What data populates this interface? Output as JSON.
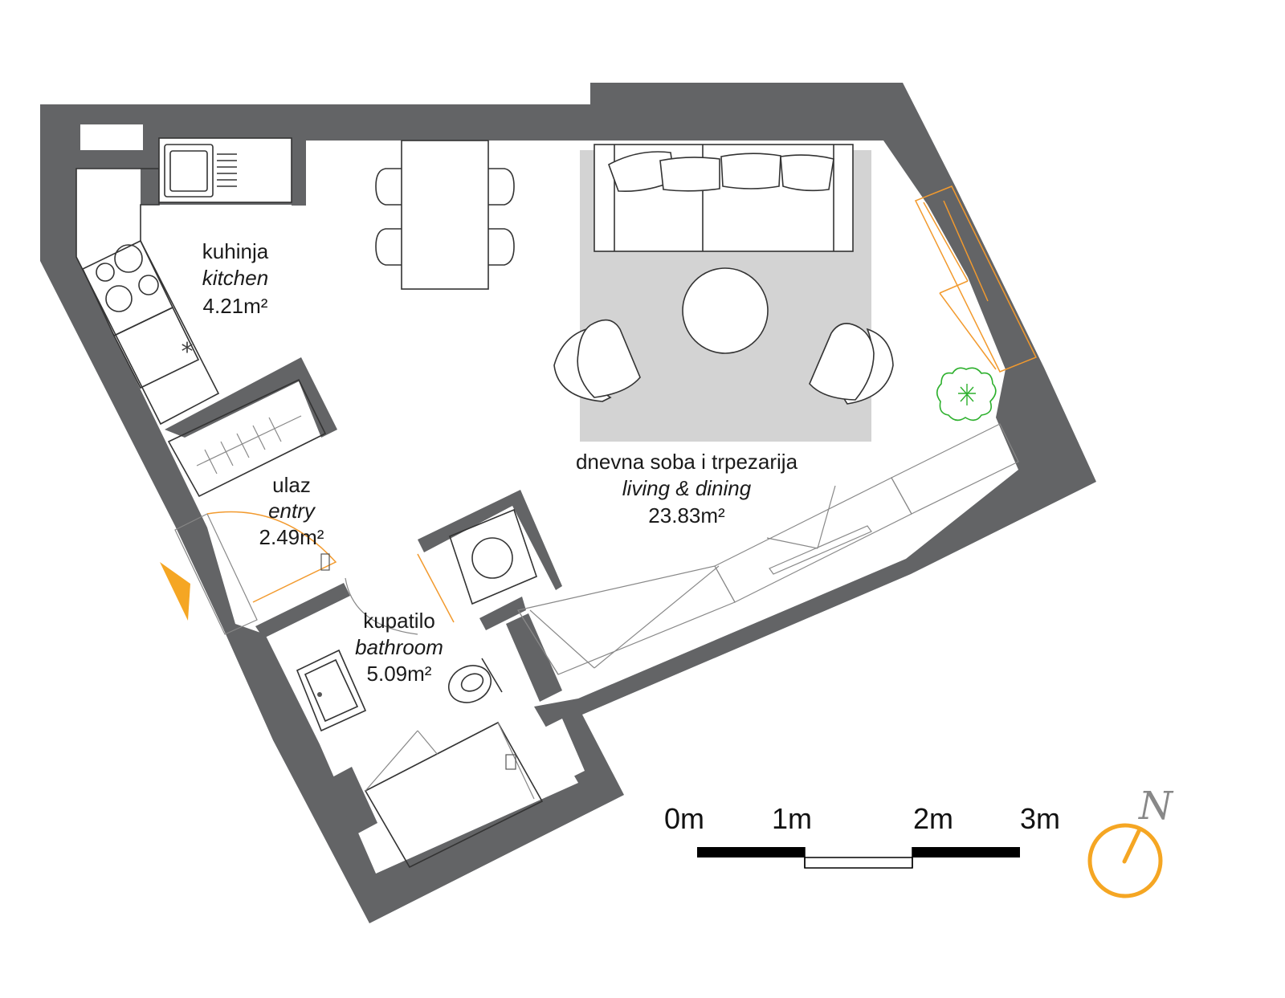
{
  "rooms": {
    "kitchen": {
      "name_local": "kuhinja",
      "name_en": "kitchen",
      "area": "4.21m²"
    },
    "living": {
      "name_local": "dnevna soba i trpezarija",
      "name_en": "living & dining",
      "area": "23.83m²"
    },
    "entry": {
      "name_local": "ulaz",
      "name_en": "entry",
      "area": "2.49m²"
    },
    "bathroom": {
      "name_local": "kupatilo",
      "name_en": "bathroom",
      "area": "5.09m²"
    }
  },
  "scale_bar": {
    "labels": [
      "0m",
      "1m",
      "2m",
      "3m"
    ]
  },
  "north": {
    "label": "N"
  },
  "colors": {
    "wall": "#636466",
    "rug": "#d3d3d3",
    "accent": "#f5a623",
    "plant": "#2db02d",
    "door_swing": "#f29a2e"
  },
  "icons": [
    "sink-icon",
    "stove-icon",
    "sofa-icon",
    "chair-icon",
    "plant-icon",
    "toilet-icon",
    "washing-machine-icon",
    "shower-icon",
    "compass-icon",
    "entrance-arrow-icon"
  ]
}
